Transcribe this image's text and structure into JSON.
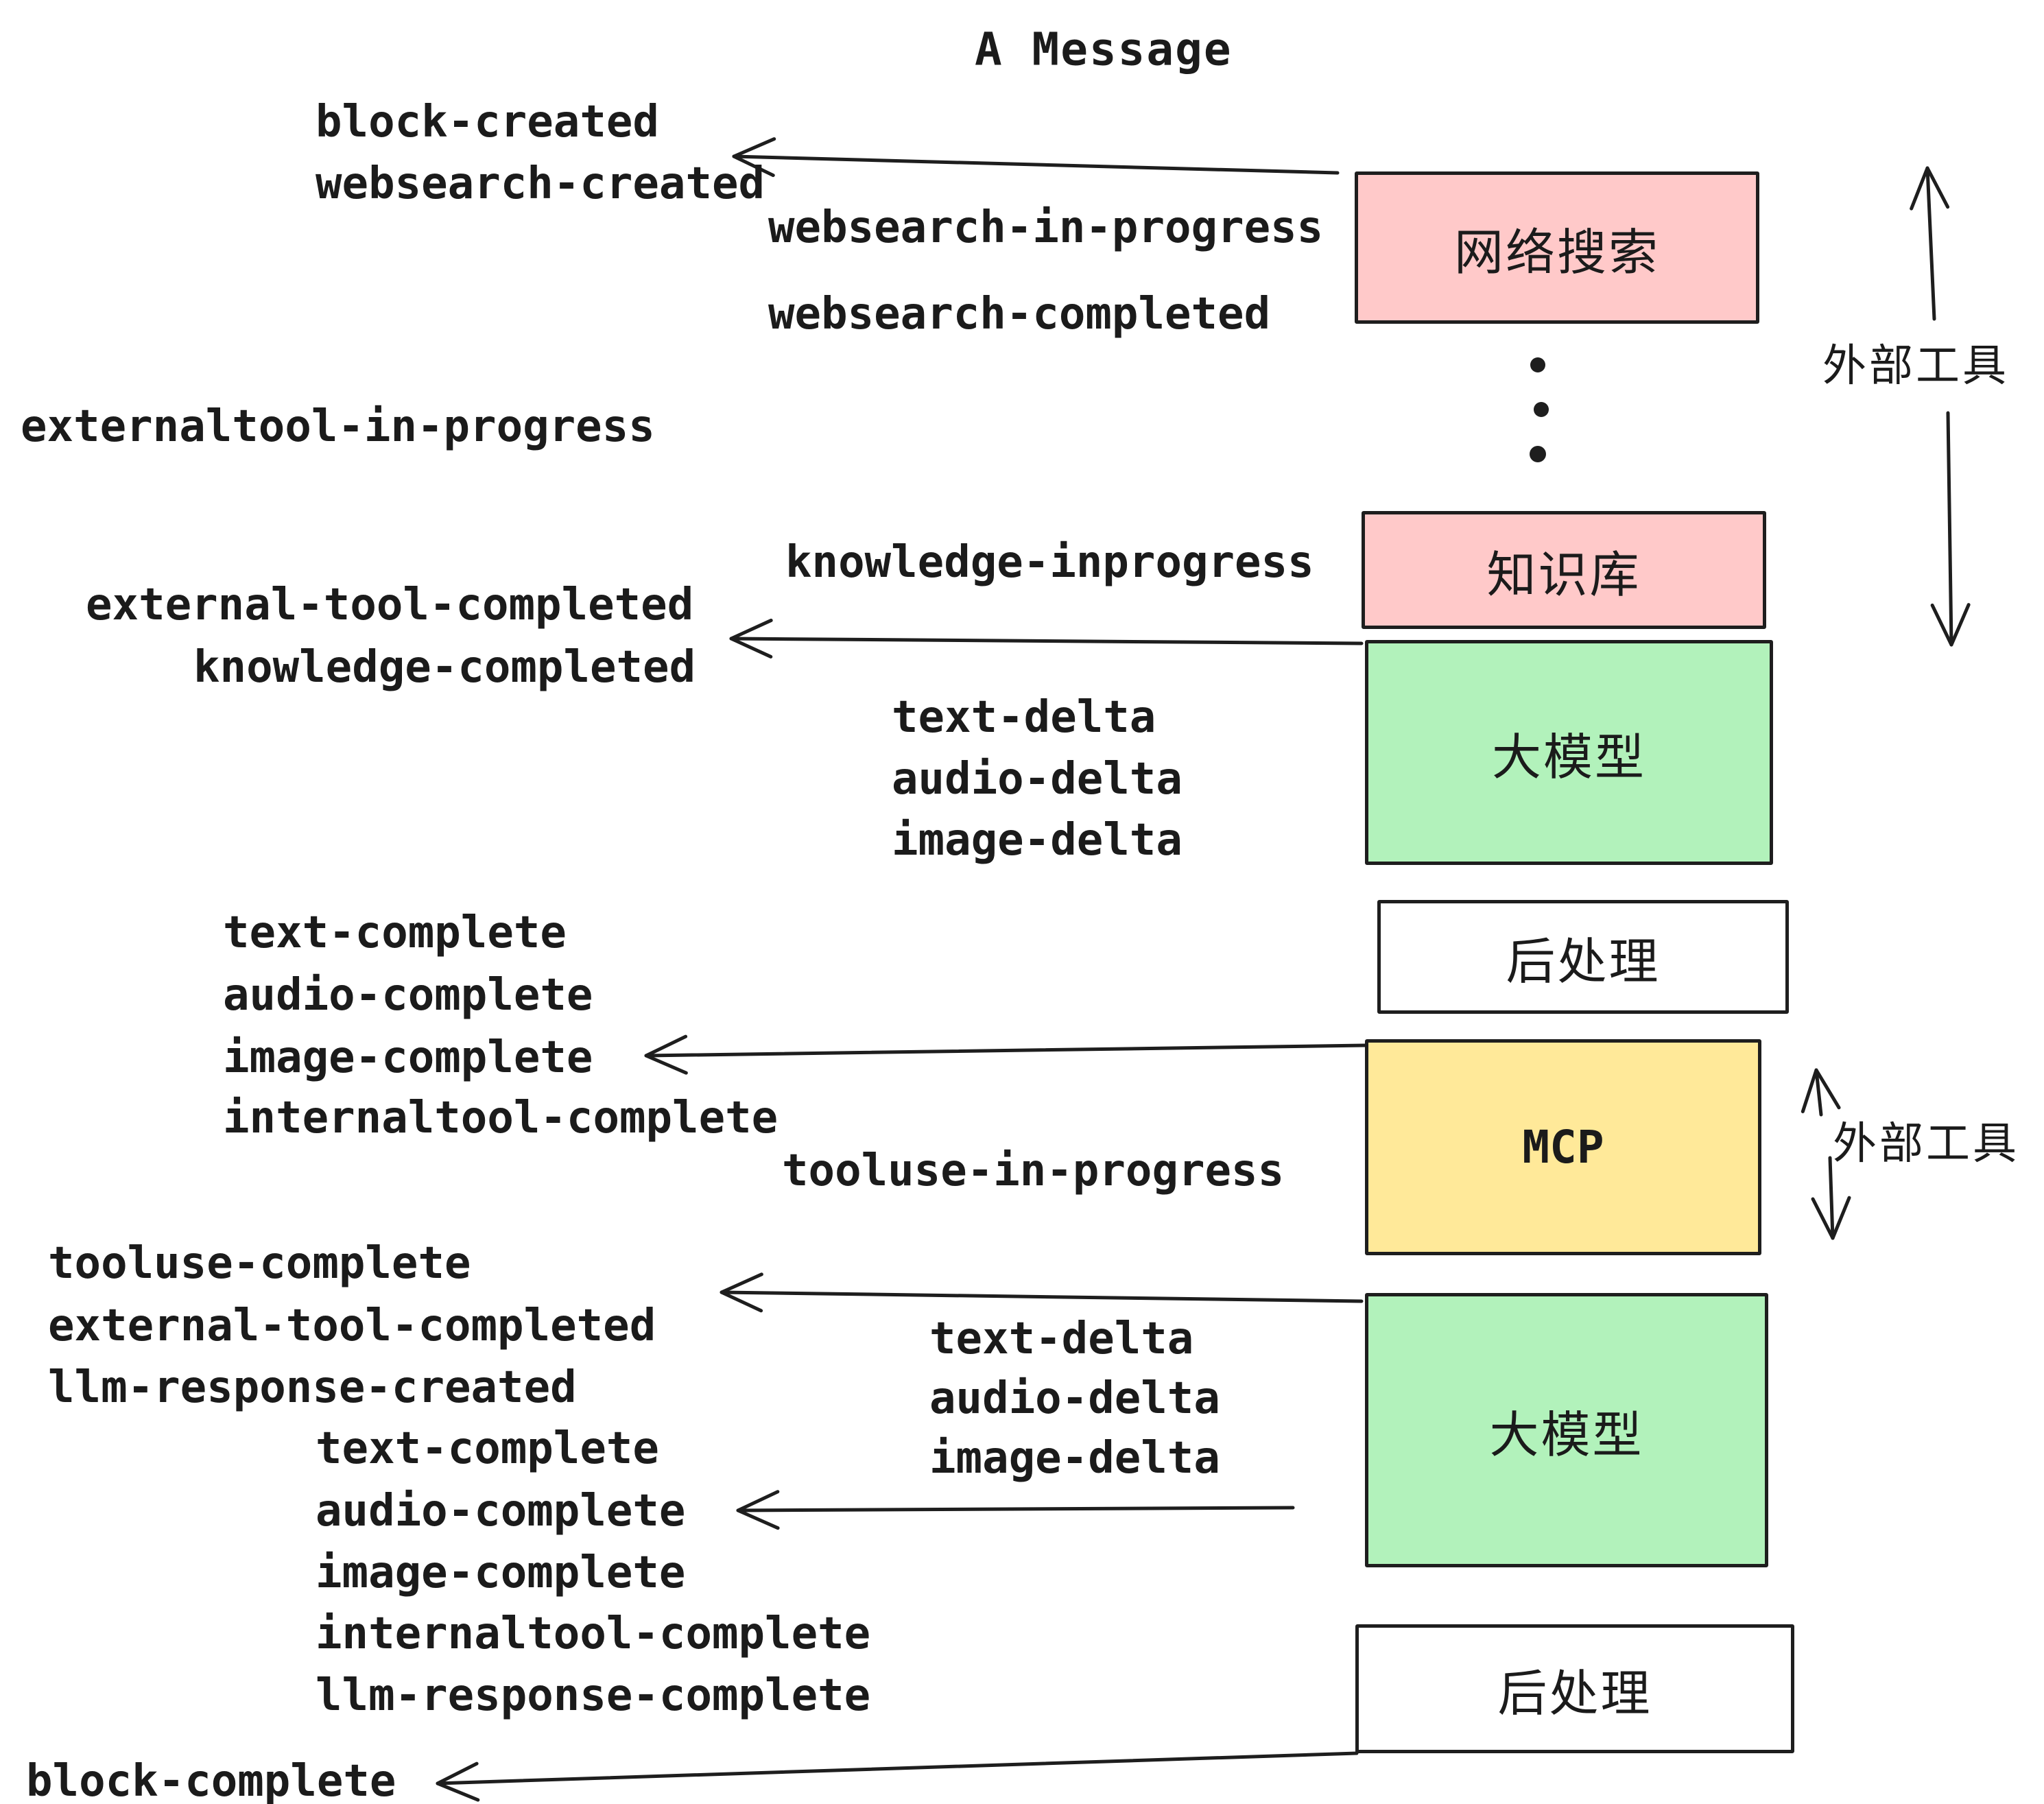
{
  "title": "A Message",
  "colors": {
    "ink": "#1b1b1b",
    "border": "#1e1e1e",
    "pink": "#ffc9c9",
    "green": "#b2f2bb",
    "yellow": "#ffe999",
    "paper": "#ffffff"
  },
  "events": [
    {
      "id": "block-created",
      "text": "block-created"
    },
    {
      "id": "websearch-created",
      "text": "websearch-created"
    },
    {
      "id": "websearch-in-progress",
      "text": "websearch-in-progress"
    },
    {
      "id": "websearch-completed",
      "text": "websearch-completed"
    },
    {
      "id": "externaltool-in-progress",
      "text": "externaltool-in-progress"
    },
    {
      "id": "knowledge-inprogress",
      "text": "knowledge-inprogress"
    },
    {
      "id": "external-tool-completed-1",
      "text": "external-tool-completed"
    },
    {
      "id": "knowledge-completed",
      "text": "knowledge-completed"
    },
    {
      "id": "text-delta-1",
      "text": "text-delta"
    },
    {
      "id": "audio-delta-1",
      "text": "audio-delta"
    },
    {
      "id": "image-delta-1",
      "text": "image-delta"
    },
    {
      "id": "text-complete-1",
      "text": "text-complete"
    },
    {
      "id": "audio-complete-1",
      "text": "audio-complete"
    },
    {
      "id": "image-complete-1",
      "text": "image-complete"
    },
    {
      "id": "internaltool-complete-1",
      "text": "internaltool-complete"
    },
    {
      "id": "tooluse-in-progress",
      "text": "tooluse-in-progress"
    },
    {
      "id": "tooluse-complete",
      "text": "tooluse-complete"
    },
    {
      "id": "external-tool-completed-2",
      "text": "external-tool-completed"
    },
    {
      "id": "llm-response-created",
      "text": "llm-response-created"
    },
    {
      "id": "text-complete-2",
      "text": "text-complete"
    },
    {
      "id": "audio-complete-2",
      "text": "audio-complete"
    },
    {
      "id": "image-complete-2",
      "text": "image-complete"
    },
    {
      "id": "internaltool-complete-2",
      "text": "internaltool-complete"
    },
    {
      "id": "llm-response-complete",
      "text": "llm-response-complete"
    },
    {
      "id": "block-complete",
      "text": "block-complete"
    },
    {
      "id": "text-delta-2",
      "text": "text-delta"
    },
    {
      "id": "audio-delta-2",
      "text": "audio-delta"
    },
    {
      "id": "image-delta-2",
      "text": "image-delta"
    }
  ],
  "boxes": [
    {
      "id": "websearch",
      "label": "网络搜索",
      "color": "pink"
    },
    {
      "id": "knowledge",
      "label": "知识库",
      "color": "pink"
    },
    {
      "id": "llm-1",
      "label": "大模型",
      "color": "green"
    },
    {
      "id": "postprocess-1",
      "label": "后处理",
      "color": "white"
    },
    {
      "id": "mcp",
      "label": "MCP",
      "color": "yellow"
    },
    {
      "id": "llm-2",
      "label": "大模型",
      "color": "green"
    },
    {
      "id": "postprocess-2",
      "label": "后处理",
      "color": "white"
    }
  ],
  "annotations": [
    {
      "id": "external-tools-1",
      "label": "外部工具"
    },
    {
      "id": "external-tools-2",
      "label": "外部工具"
    }
  ]
}
